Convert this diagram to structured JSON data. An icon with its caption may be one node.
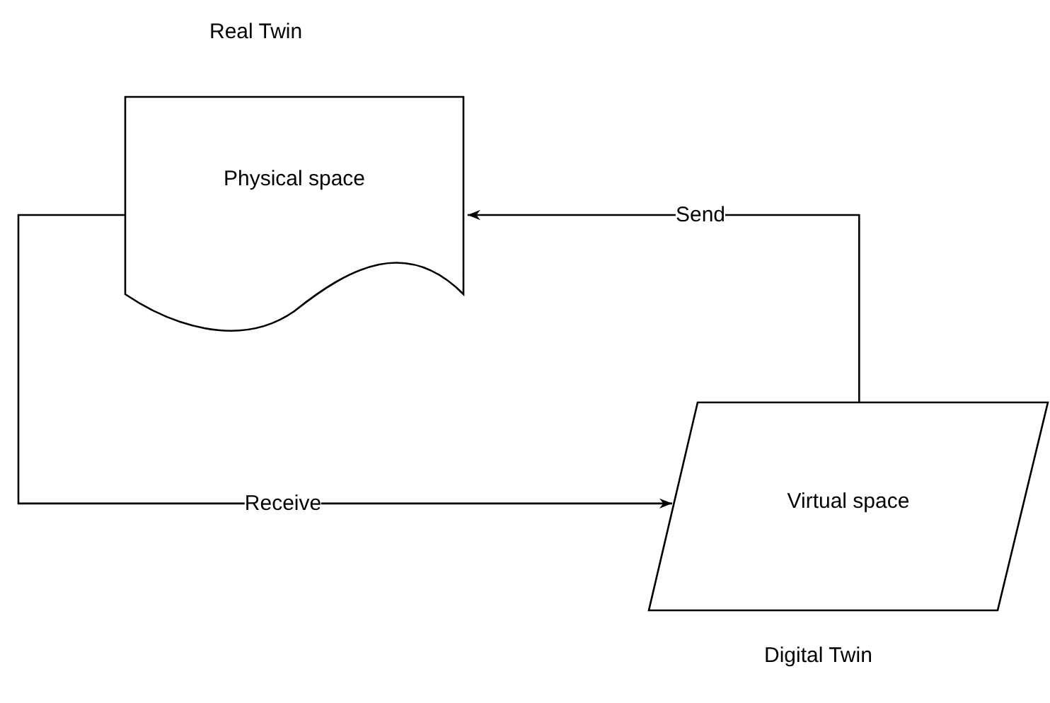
{
  "diagram": {
    "nodes": [
      {
        "text": [
          "Physical space"
        ],
        "beside": [
          "Real Twin"
        ]
      },
      {
        "text": [
          "Virtual space"
        ],
        "beside": [
          "Digital Twin"
        ]
      }
    ],
    "edges": [
      {
        "from": 1,
        "to": 0,
        "arrow": "to",
        "label": "Send"
      },
      {
        "from": 0,
        "to": 1,
        "arrow": "to",
        "label": "Receive"
      }
    ]
  }
}
